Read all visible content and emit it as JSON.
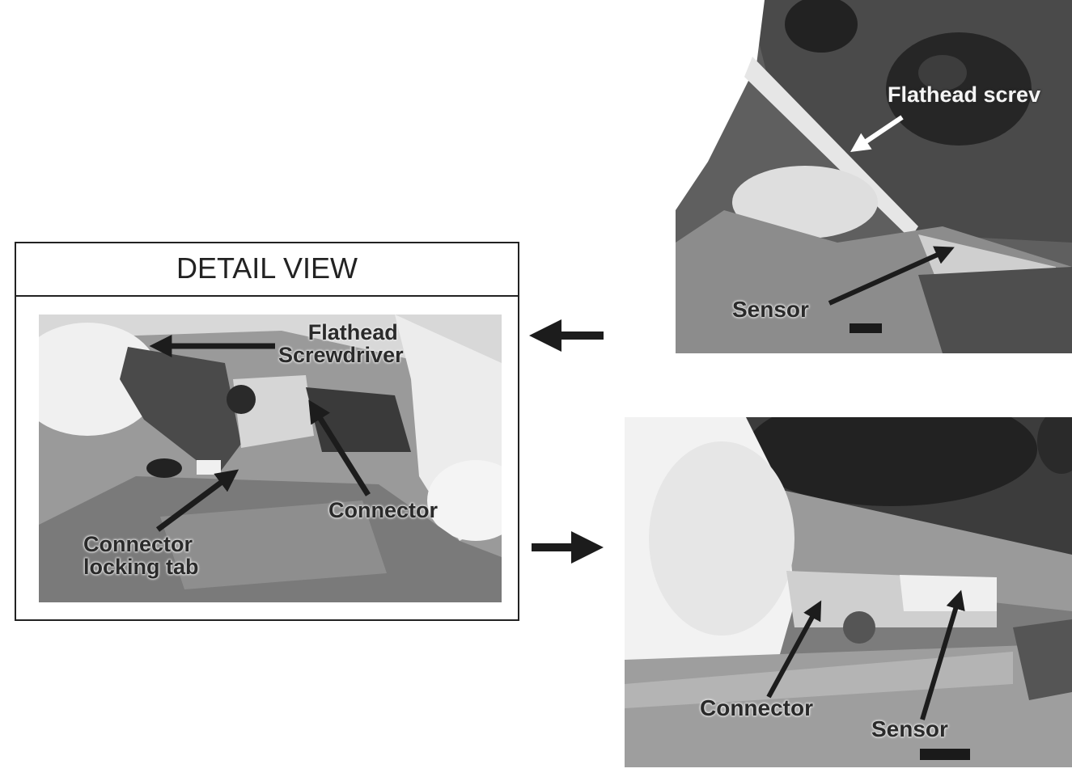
{
  "detail_view": {
    "title": "DETAIL VIEW",
    "labels": {
      "flathead_line1": "Flathead",
      "flathead_line2": "Screwdriver",
      "connector": "Connector",
      "locking_tab_line1": "Connector",
      "locking_tab_line2": "locking tab"
    }
  },
  "top_photo": {
    "labels": {
      "flathead": "Flathead screv",
      "sensor": "Sensor"
    }
  },
  "bottom_photo": {
    "labels": {
      "connector": "Connector",
      "sensor": "Sensor"
    }
  },
  "colors": {
    "arrow": "#1c1c1c",
    "photo_dark": "#3a3a3a",
    "photo_mid": "#8a8a8a",
    "photo_light": "#d0d0d0"
  }
}
